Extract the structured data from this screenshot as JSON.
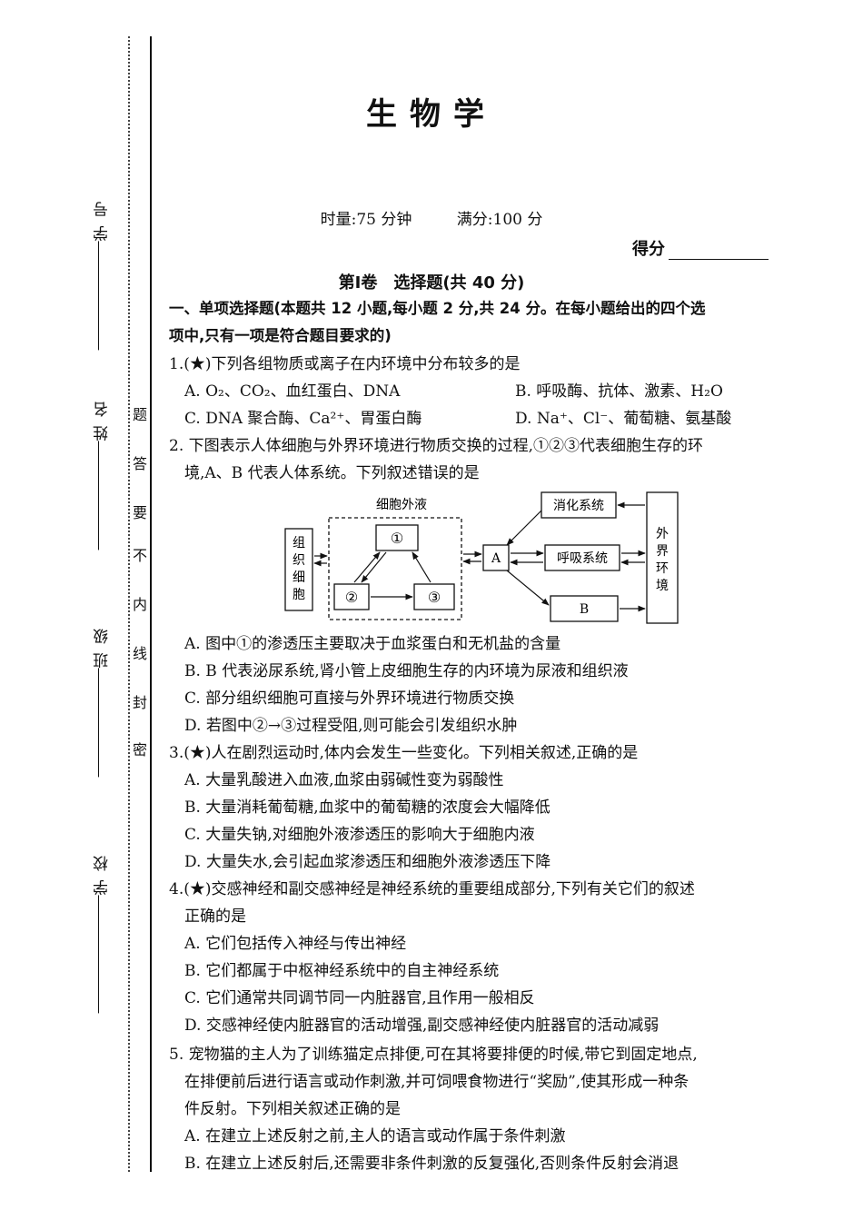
{
  "margin": {
    "fields": [
      {
        "label": "学 号"
      },
      {
        "label": "姓 名"
      },
      {
        "label": "班 级"
      },
      {
        "label": "学 校"
      }
    ],
    "seal_chars": [
      "题",
      "答",
      "要",
      "不",
      "内",
      "线",
      "封",
      "密"
    ]
  },
  "header": {
    "top_cut": "",
    "title": "生物学",
    "time": "时量:75 分钟",
    "full_score": "满分:100 分",
    "score_label": "得分",
    "section": "第Ⅰ卷　选择题(共 40 分)"
  },
  "part1": {
    "line1": "一、单项选择题(本题共 12 小题,每小题 2 分,共 24 分。在每小题给出的四个选",
    "line2": "项中,只有一项是符合题目要求的)"
  },
  "questions": {
    "q1": {
      "stem": "1.(★)下列各组物质或离子在内环境中分布较多的是",
      "a": "A. O₂、CO₂、血红蛋白、DNA",
      "b": "B. 呼吸酶、抗体、激素、H₂O",
      "c": "C. DNA 聚合酶、Ca²⁺、胃蛋白酶",
      "d": "D. Na⁺、Cl⁻、葡萄糖、氨基酸"
    },
    "q2": {
      "stem1": "2. 下图表示人体细胞与外界环境进行物质交换的过程,①②③代表细胞生存的环",
      "stem2": "境,A、B 代表人体系统。下列叙述错误的是",
      "a": "A. 图中①的渗透压主要取决于血浆蛋白和无机盐的含量",
      "b": "B. B 代表泌尿系统,肾小管上皮细胞生存的内环境为尿液和组织液",
      "c": "C. 部分组织细胞可直接与外界环境进行物质交换",
      "d": "D. 若图中②→③过程受阻,则可能会引发组织水肿"
    },
    "q3": {
      "stem": "3.(★)人在剧烈运动时,体内会发生一些变化。下列相关叙述,正确的是",
      "a": "A. 大量乳酸进入血液,血浆由弱碱性变为弱酸性",
      "b": "B. 大量消耗葡萄糖,血浆中的葡萄糖的浓度会大幅降低",
      "c": "C. 大量失钠,对细胞外液渗透压的影响大于细胞内液",
      "d": "D. 大量失水,会引起血浆渗透压和细胞外液渗透压下降"
    },
    "q4": {
      "stem1": "4.(★)交感神经和副交感神经是神经系统的重要组成部分,下列有关它们的叙述",
      "stem2": "正确的是",
      "a": "A. 它们包括传入神经与传出神经",
      "b": "B. 它们都属于中枢神经系统中的自主神经系统",
      "c": "C. 它们通常共同调节同一内脏器官,且作用一般相反",
      "d": "D. 交感神经使内脏器官的活动增强,副交感神经使内脏器官的活动减弱"
    },
    "q5": {
      "stem1": "5. 宠物猫的主人为了训练猫定点排便,可在其将要排便的时候,带它到固定地点,",
      "stem2": "在排便前后进行语言或动作刺激,并可饲喂食物进行“奖励”,使其形成一种条",
      "stem3": "件反射。下列相关叙述正确的是",
      "a": "A. 在建立上述反射之前,主人的语言或动作属于条件刺激",
      "b": "B. 在建立上述反射后,还需要非条件刺激的反复强化,否则条件反射会消退"
    }
  },
  "diagram": {
    "tissue_cell": [
      "组",
      "织",
      "细",
      "胞"
    ],
    "extracellular_label": "细胞外液",
    "n1": "①",
    "n2": "②",
    "n3": "③",
    "a": "A",
    "b": "B",
    "digestive": "消化系统",
    "respiratory": "呼吸系统",
    "external": [
      "外",
      "界",
      "环",
      "境"
    ]
  }
}
